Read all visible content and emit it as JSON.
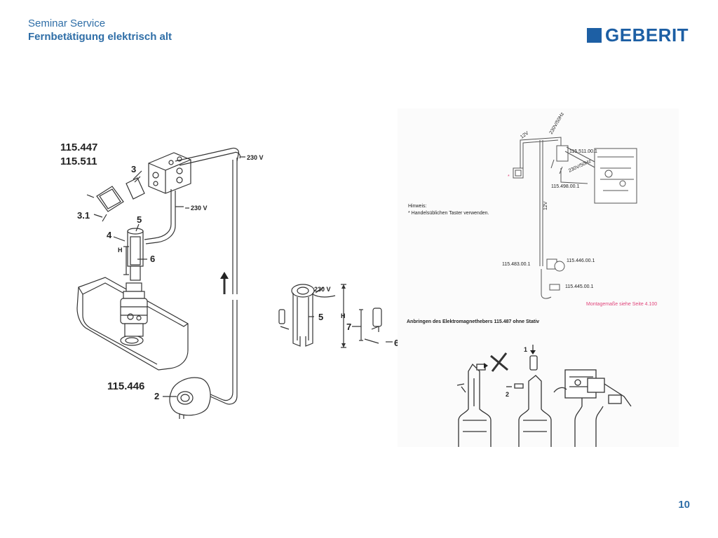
{
  "header": {
    "title": "Seminar Service",
    "subtitle": "Fernbetätigung elektrisch alt"
  },
  "logo": {
    "text": "GEBERIT",
    "color": "#1d5fa4"
  },
  "page_number": "10",
  "left_diagram": {
    "part_a": "115.447",
    "part_b": "115.511",
    "part_c": "115.446",
    "callouts": [
      "3",
      "3.1",
      "5",
      "4",
      "H",
      "6",
      "2"
    ],
    "voltage_top": "230 V",
    "voltage_mid": "230 V"
  },
  "mid_diagram": {
    "voltage": "230 V",
    "callouts": [
      "5",
      "H",
      "7",
      "6"
    ]
  },
  "right_diagram": {
    "wiring": {
      "v1": "230V/50Hz",
      "v2": "230V/50Hz",
      "v3": "12V",
      "v4": "12V",
      "p1": "115.511.00.1",
      "p2": "115.498.00.1",
      "p3": "115.483.00.1",
      "p4": "115.446.00.1",
      "p5": "115.445.00.1",
      "star": "*"
    },
    "note_title": "Hinweis:",
    "note_text": "* Handelsüblichen Taster verwenden.",
    "mount_note": "Montagemaße siehe Seite 4.100",
    "install_title": "Anbringen des Elektromagnethebers 115.487 ohne Stativ",
    "steps": [
      "1",
      "2"
    ]
  }
}
